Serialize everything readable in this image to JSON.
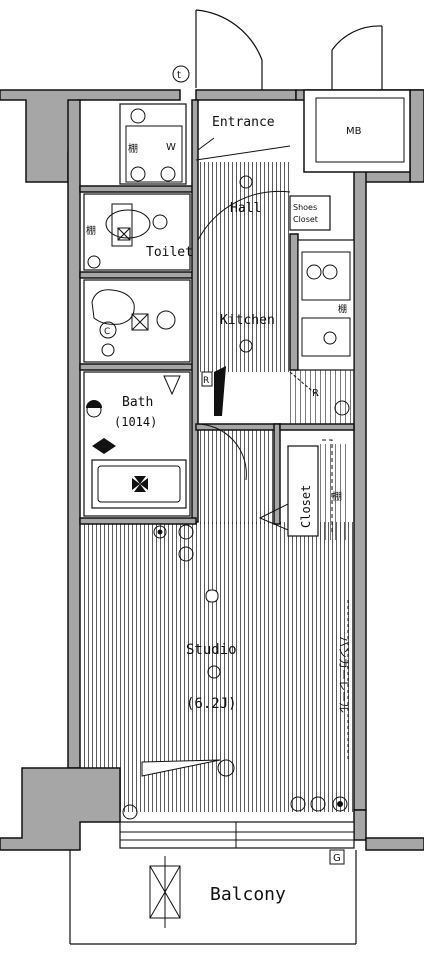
{
  "labels": {
    "entrance": "Entrance",
    "mb": "MB",
    "hall": "Hall",
    "shoes_closet_1": "Shoes",
    "shoes_closet_2": "Closet",
    "toilet": "Toilet",
    "kitchen": "Kitchen",
    "bath": "Bath",
    "bath_size": "(1014)",
    "closet": "Closet",
    "studio": "Studio",
    "studio_size": "(6.2J)",
    "hanger_rail": "ハンガーレール",
    "balcony": "Balcony",
    "shelf": "棚",
    "refrigerator": "R",
    "washer": "W",
    "marker_t": "t",
    "marker_g": "G",
    "marker_c": "C"
  },
  "colors": {
    "wall": "#a6a6a6",
    "line": "#111111",
    "background": "#ffffff"
  }
}
